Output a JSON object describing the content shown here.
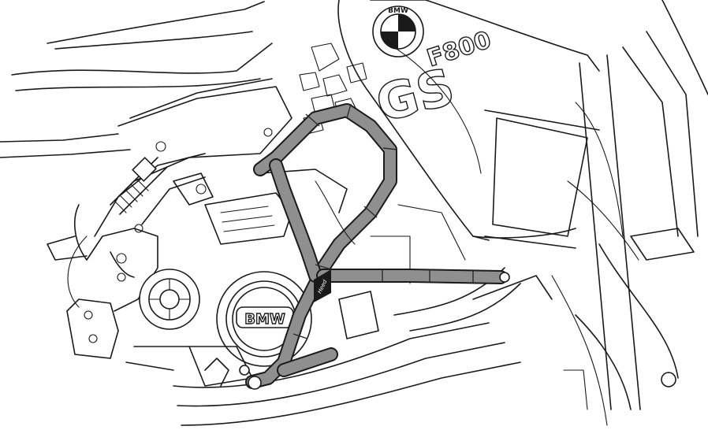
{
  "illustration": {
    "tank_brand": "BMW",
    "model_badge": "F800",
    "model_badge_suffix": "GS",
    "engine_cover_brand": "BMW",
    "bar_brand_mark": "Heed"
  },
  "colors": {
    "line": "#1a1a1a",
    "crash_bar": "#8f8f8f",
    "background": "#ffffff"
  }
}
